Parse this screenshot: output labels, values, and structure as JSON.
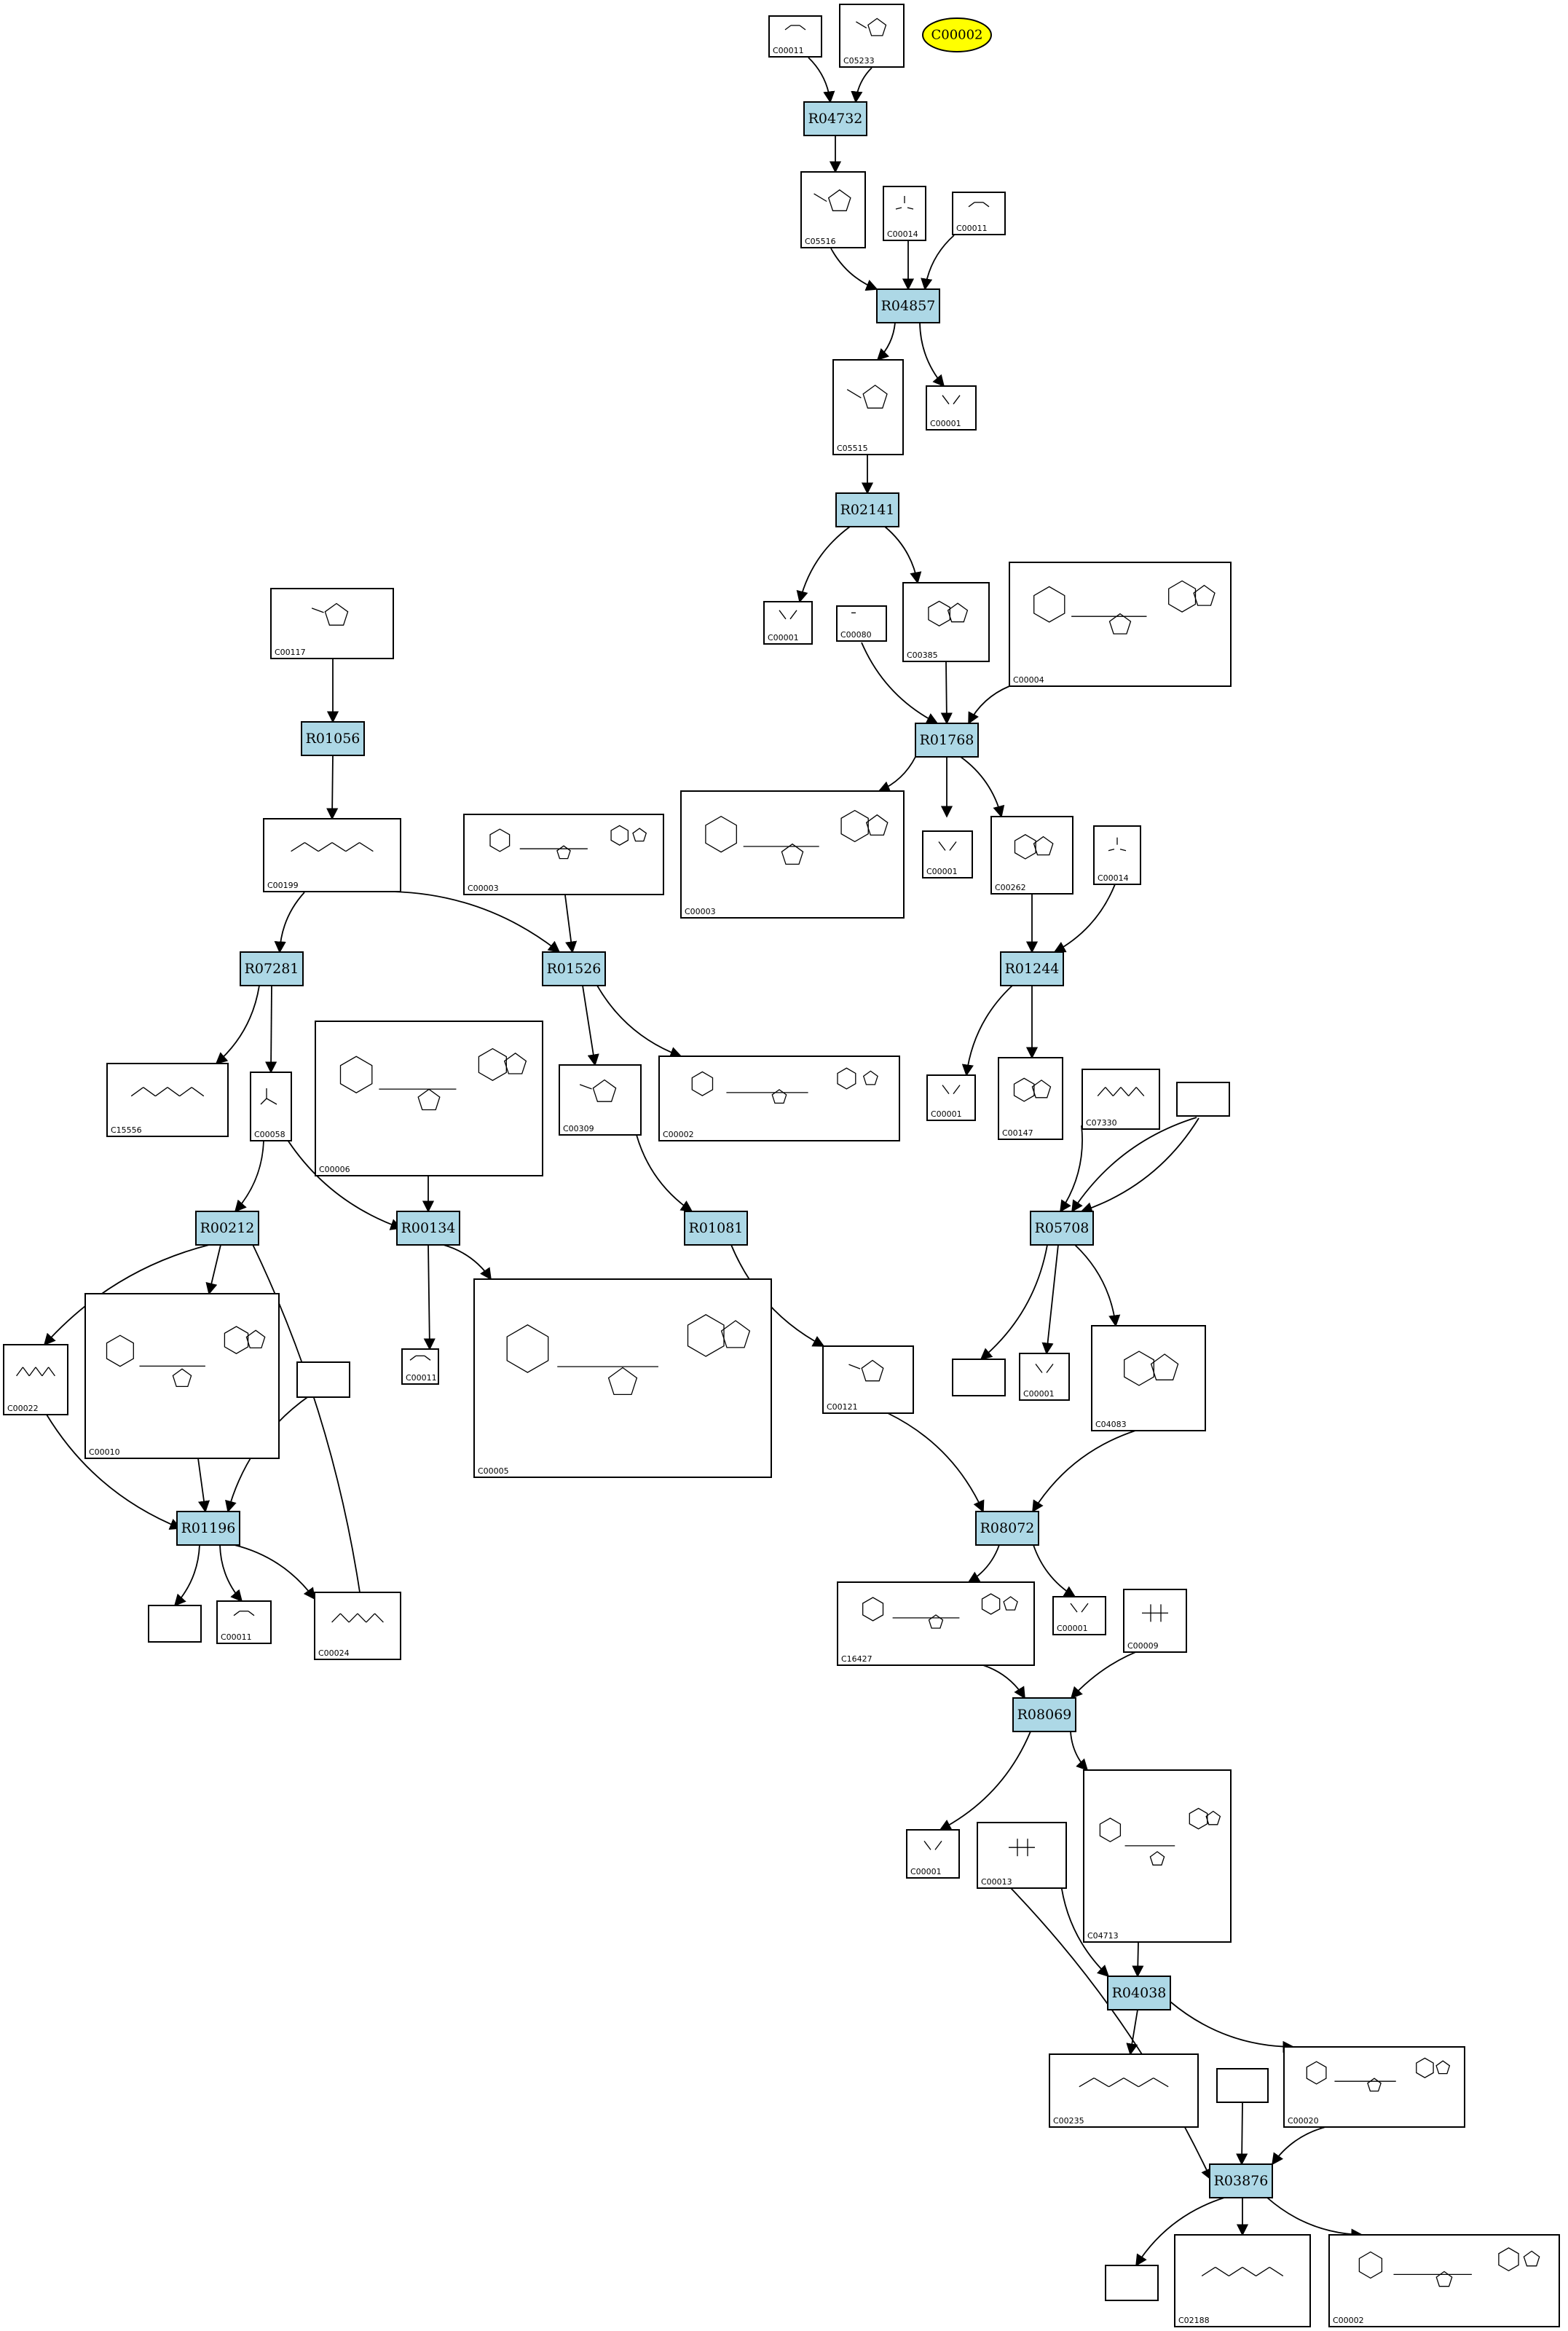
{
  "highlight": {
    "id": "C00002",
    "color": "#ffff00"
  },
  "reaction_color": "#add8e6",
  "reactions": [
    {
      "id": "R04732"
    },
    {
      "id": "R04857"
    },
    {
      "id": "R02141"
    },
    {
      "id": "R01768"
    },
    {
      "id": "R01056"
    },
    {
      "id": "R07281"
    },
    {
      "id": "R01526"
    },
    {
      "id": "R01244"
    },
    {
      "id": "R00212"
    },
    {
      "id": "R00134"
    },
    {
      "id": "R01081"
    },
    {
      "id": "R05708"
    },
    {
      "id": "R01196"
    },
    {
      "id": "R08072"
    },
    {
      "id": "R08069"
    },
    {
      "id": "R04038"
    },
    {
      "id": "R03876"
    }
  ],
  "compounds": [
    {
      "id": "c1",
      "label": "C00011",
      "mol": "co2"
    },
    {
      "id": "c2",
      "label": "C05233",
      "mol": "imidazole"
    },
    {
      "id": "c3",
      "label": "C05516",
      "mol": "imidazole"
    },
    {
      "id": "c4",
      "label": "C00014",
      "mol": "nh3"
    },
    {
      "id": "c5",
      "label": "C00011",
      "mol": "co2"
    },
    {
      "id": "c6",
      "label": "C05515",
      "mol": "imidazole"
    },
    {
      "id": "c7",
      "label": "C00001",
      "mol": "water"
    },
    {
      "id": "c8",
      "label": "C00117",
      "mol": "ribose"
    },
    {
      "id": "c9",
      "label": "C00001",
      "mol": "water"
    },
    {
      "id": "c10",
      "label": "C00080",
      "mol": "proton"
    },
    {
      "id": "c11",
      "label": "C00385",
      "mol": "purine"
    },
    {
      "id": "c12",
      "label": "C00004",
      "mol": "nucleotide"
    },
    {
      "id": "c13",
      "label": "C00199",
      "mol": "chain"
    },
    {
      "id": "c14",
      "label": "C00003",
      "mol": "nucleotide"
    },
    {
      "id": "c15",
      "label": "C00003",
      "mol": "nucleotide"
    },
    {
      "id": "c16",
      "label": "C00001",
      "mol": "water"
    },
    {
      "id": "c17",
      "label": "C00262",
      "mol": "purine"
    },
    {
      "id": "c18",
      "label": "C00014",
      "mol": "nh3"
    },
    {
      "id": "c19",
      "label": "C15556",
      "mol": "chain"
    },
    {
      "id": "c20",
      "label": "C00058",
      "mol": "formate"
    },
    {
      "id": "c21",
      "label": "C00006",
      "mol": "nucleotide"
    },
    {
      "id": "c22",
      "label": "C00309",
      "mol": "ribose"
    },
    {
      "id": "c23",
      "label": "C00002",
      "mol": "nucleotide"
    },
    {
      "id": "c24",
      "label": "C00001",
      "mol": "water"
    },
    {
      "id": "c25",
      "label": "C00147",
      "mol": "purine"
    },
    {
      "id": "c26",
      "label": "C07330",
      "mol": "chain"
    },
    {
      "id": "c27",
      "label": "",
      "mol": ""
    },
    {
      "id": "c28",
      "label": "C00022",
      "mol": "chain"
    },
    {
      "id": "c29",
      "label": "C00010",
      "mol": "nucleotide"
    },
    {
      "id": "c30",
      "label": "",
      "mol": ""
    },
    {
      "id": "c31",
      "label": "C00011",
      "mol": "co2"
    },
    {
      "id": "c32",
      "label": "C00005",
      "mol": "nucleotide"
    },
    {
      "id": "c33",
      "label": "C00121",
      "mol": "ribose"
    },
    {
      "id": "c34",
      "label": "",
      "mol": ""
    },
    {
      "id": "c35",
      "label": "C00001",
      "mol": "water"
    },
    {
      "id": "c36",
      "label": "C04083",
      "mol": "purine"
    },
    {
      "id": "c37",
      "label": "",
      "mol": ""
    },
    {
      "id": "c38",
      "label": "C00011",
      "mol": "co2"
    },
    {
      "id": "c39",
      "label": "C00024",
      "mol": "chain"
    },
    {
      "id": "c40",
      "label": "C16427",
      "mol": "nucleotide"
    },
    {
      "id": "c41",
      "label": "C00001",
      "mol": "water"
    },
    {
      "id": "c42",
      "label": "C00009",
      "mol": "phosphate"
    },
    {
      "id": "c43",
      "label": "C00001",
      "mol": "water"
    },
    {
      "id": "c44",
      "label": "C00013",
      "mol": "phosphate"
    },
    {
      "id": "c45",
      "label": "C04713",
      "mol": "nucleotide"
    },
    {
      "id": "c46",
      "label": "C00235",
      "mol": "chain"
    },
    {
      "id": "c47",
      "label": "C00020",
      "mol": "nucleotide"
    },
    {
      "id": "c48",
      "label": "",
      "mol": ""
    },
    {
      "id": "c49",
      "label": "",
      "mol": ""
    },
    {
      "id": "c50",
      "label": "C02188",
      "mol": "chain"
    },
    {
      "id": "c51",
      "label": "C00002",
      "mol": "nucleotide"
    }
  ]
}
